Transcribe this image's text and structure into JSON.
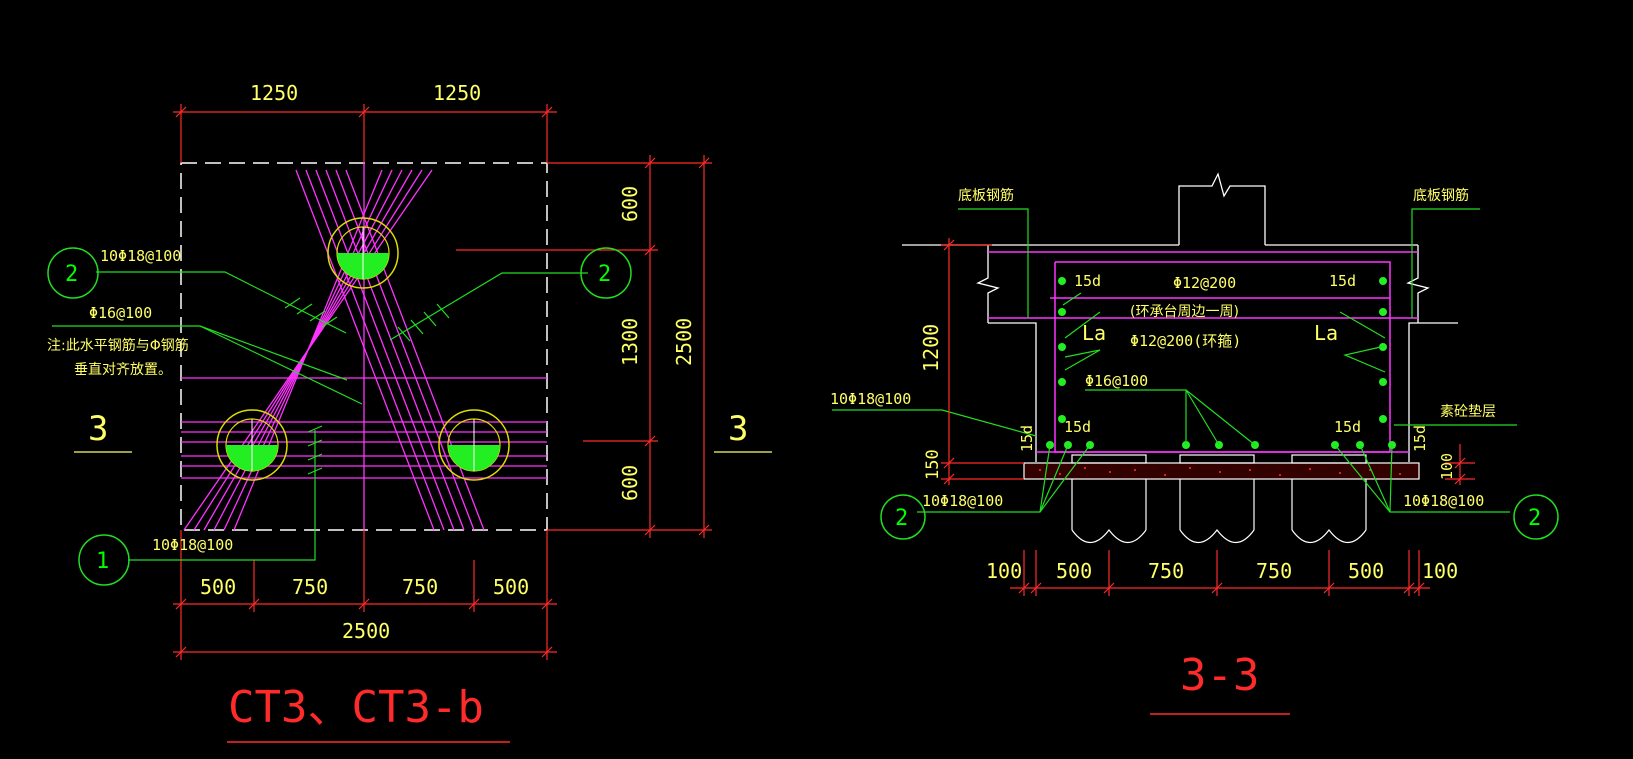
{
  "plan": {
    "top_dims": [
      "1250",
      "1250"
    ],
    "right_dims": [
      "600",
      "1300",
      "600"
    ],
    "right_total": "2500",
    "bottom_dims": [
      "500",
      "750",
      "750",
      "500"
    ],
    "bottom_total": "2500",
    "rebar_label_1": "10Φ18@100",
    "rebar_label_2": "Φ16@100",
    "rebar_label_3": "10Φ18@100",
    "note_line1": "注:此水平钢筋与Φ钢筋",
    "note_line2": "垂直对齐放置。",
    "callout_left_top": "2",
    "callout_right": "2",
    "callout_bottom": "1",
    "section_mark_left": "3",
    "section_mark_right": "3",
    "title": "CT3、CT3-b"
  },
  "section": {
    "label_bottom_rebar_left": "底板钢筋",
    "label_bottom_rebar_right": "底板钢筋",
    "label_15d_tl": "15d",
    "label_15d_tr": "15d",
    "label_phi12_top": "Φ12@200",
    "label_ring_note": "(环承台周边一周)",
    "label_la_left": "La",
    "label_la_right": "La",
    "label_phi12_ring": "Φ12@200(环箍)",
    "label_phi16": "Φ16@100",
    "label_15d_bl": "15d",
    "label_15d_br": "15d",
    "label_15d_vl": "15d",
    "label_15d_vr": "15d",
    "label_rebar_left": "10Φ18@100",
    "label_cushion": "素砼垫层",
    "label_rebar_bl": "10Φ18@100",
    "label_rebar_br": "10Φ18@100",
    "height_dim": "1200",
    "cushion_dim": "150",
    "cushion_dim_right": "100",
    "bottom_dims": [
      "100",
      "500",
      "750",
      "750",
      "500",
      "100"
    ],
    "callout_left": "2",
    "callout_right": "2",
    "title": "3-3"
  }
}
